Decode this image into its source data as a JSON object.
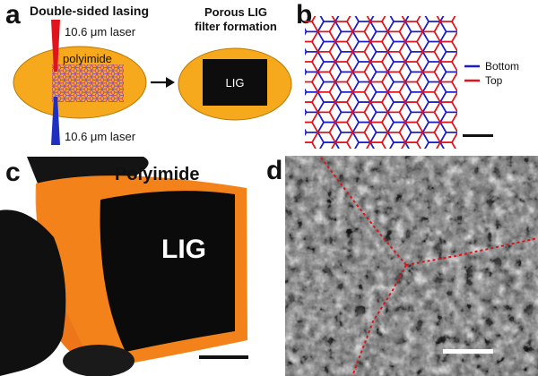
{
  "panel_a": {
    "letter": "a",
    "left_title": "Double-sided lasing",
    "laser_top": "10.6 μm laser",
    "laser_bottom": "10.6 μm laser",
    "substrate": "polyimide",
    "right_title_line1": "Porous LIG",
    "right_title_line2": "filter formation",
    "lig_label": "LIG",
    "colors": {
      "substrate": "#f6a91d",
      "substrate_edge": "#b87800",
      "laser_top": "#e0141c",
      "laser_bottom": "#1f2fbf",
      "lig": "#0d0d0d"
    }
  },
  "panel_b": {
    "letter": "b",
    "legend": [
      {
        "label": "Bottom",
        "color": "#1c1ccc"
      },
      {
        "label": "Top",
        "color": "#e0141c"
      }
    ]
  },
  "panel_c": {
    "letter": "c",
    "substrate_label": "Polyimide",
    "lig_label": "LIG",
    "colors": {
      "film": "#f3821a",
      "lig": "#0b0b0b"
    }
  },
  "panel_d": {
    "letter": "d",
    "colors": {
      "boundary": "#d8141c",
      "sem_bg": "#6a6a6a"
    }
  }
}
